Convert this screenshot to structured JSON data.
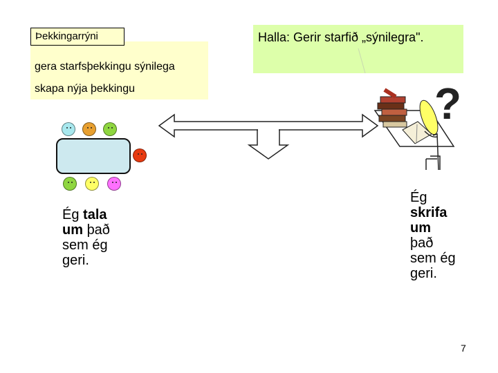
{
  "panel": {
    "heading": "Þekkingarrýni",
    "line1": "gera starfsþekkingu sýnilega",
    "line2": "skapa nýja þekkingu"
  },
  "callout": {
    "text": "Halla: Gerir starfið „sýnilegra\"."
  },
  "left_statement": {
    "w1": "Ég",
    "w2": "tala",
    "w3": "um",
    "w4": "það",
    "line3": "sem ég",
    "line4": "geri."
  },
  "right_statement": {
    "line1": "Ég",
    "line2": "skrifa",
    "line3": "um",
    "line4": "það",
    "line5": "sem ég",
    "line6": "geri."
  },
  "question_mark": "?",
  "page_number": "7",
  "colors": {
    "panel_bg": "#ffffcc",
    "callout_bg": "#ddffaa",
    "table_fill": "#cde9ef",
    "face_blue": "#a8e8ee",
    "face_orange": "#e8a030",
    "face_green": "#8fd640",
    "face_red": "#e83a10",
    "face_yellow": "#ffff66",
    "face_pink": "#ff70ff"
  },
  "faces": [
    {
      "name": "face-blue",
      "color": "#a8e8ee"
    },
    {
      "name": "face-orange",
      "color": "#e8a030"
    },
    {
      "name": "face-green-top",
      "color": "#8fd640"
    },
    {
      "name": "face-red",
      "color": "#e83a10"
    },
    {
      "name": "face-green-bottom",
      "color": "#8fd640"
    },
    {
      "name": "face-yellow",
      "color": "#ffff66"
    },
    {
      "name": "face-pink",
      "color": "#ff70ff"
    }
  ]
}
